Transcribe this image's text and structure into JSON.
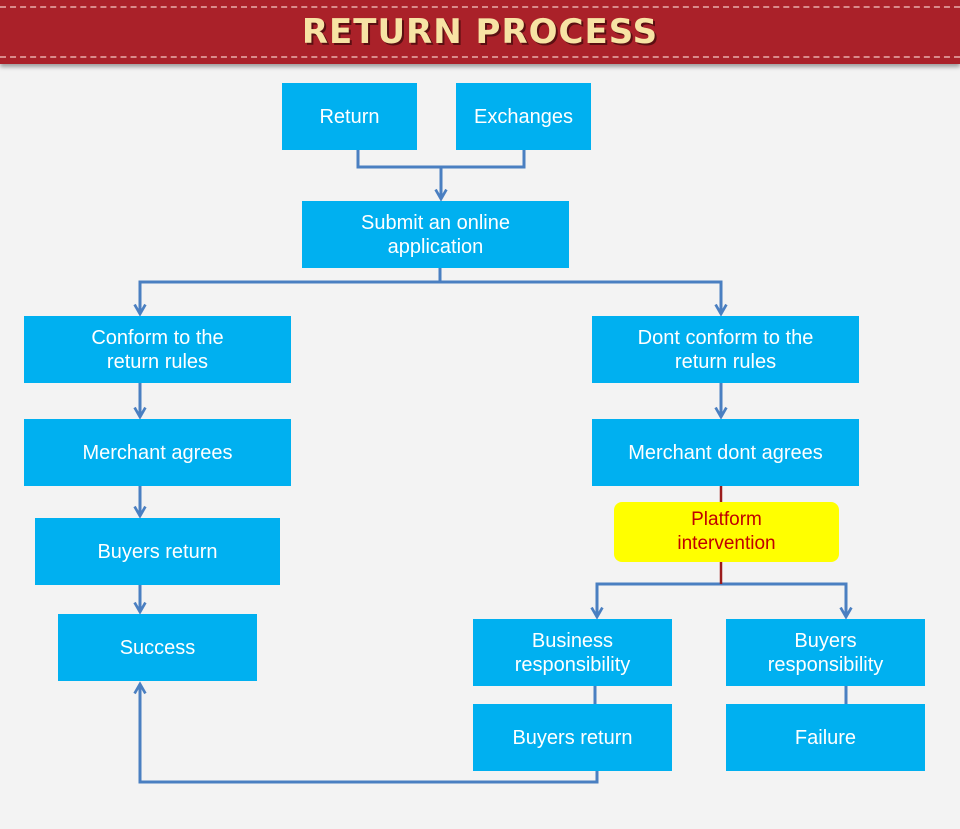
{
  "header": {
    "title": "RETURN PROCESS"
  },
  "colors": {
    "banner": "#aa2129",
    "banner_text": "#f7e3a4",
    "box_fill": "#00b0f0",
    "box_text": "#ffffff",
    "connector": "#4a7fc1",
    "connector_red": "#9b1b1b",
    "highlight_fill": "#ffff00",
    "highlight_text": "#c00000"
  },
  "nodes": {
    "return": "Return",
    "exchanges": "Exchanges",
    "submit": "Submit an online\napplication",
    "conform": "Conform to the\nreturn rules",
    "dont_conform": "Dont conform to the\nreturn rules",
    "merchant_agrees": "Merchant agrees",
    "merchant_dont_agrees": "Merchant dont agrees",
    "platform": "Platform\nintervention",
    "buyers_return_left": "Buyers return",
    "success": "Success",
    "business_responsibility": "Business\nresponsibility",
    "buyers_responsibility": "Buyers\nresponsibility",
    "buyers_return_right": "Buyers return",
    "failure": "Failure"
  }
}
